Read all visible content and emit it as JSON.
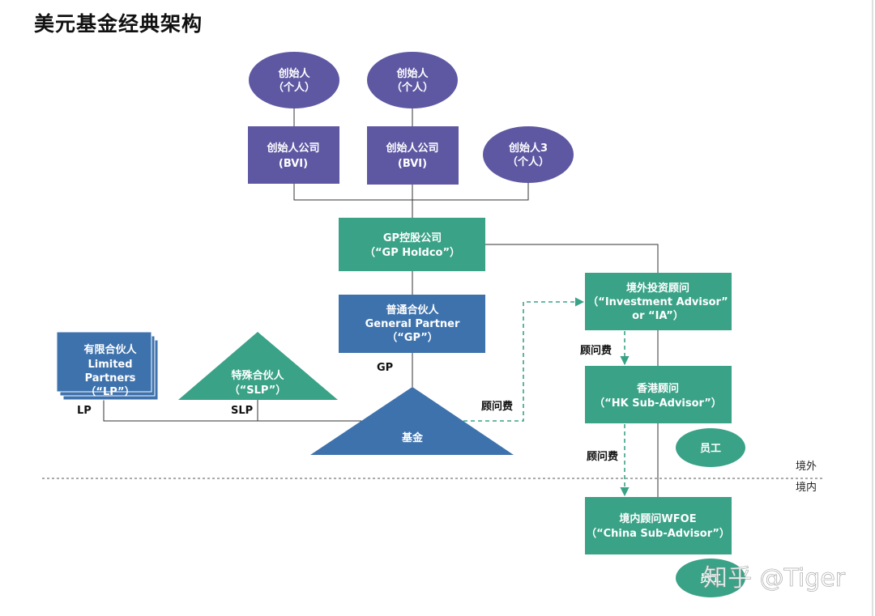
{
  "title": "美元基金经典架构",
  "colors": {
    "purple": "#5e58a3",
    "teal": "#3aa287",
    "blue": "#3e72ad",
    "dashed": "#3aa287"
  },
  "nodes": {
    "founder1": {
      "line1": "创始人",
      "line2": "（个人）"
    },
    "founder2": {
      "line1": "创始人",
      "line2": "（个人）"
    },
    "founder_co1": {
      "line1": "创始人公司",
      "line2": "(BVI)"
    },
    "founder_co2": {
      "line1": "创始人公司",
      "line2": "(BVI)"
    },
    "founder3": {
      "line1": "创始人3",
      "line2": "（个人）"
    },
    "gp_holdco": {
      "line1": "GP控股公司",
      "line2": "（“GP Holdco”）"
    },
    "gp": {
      "line1": "普通合伙人",
      "line2": "General Partner",
      "line3": "（“GP”）"
    },
    "lp": {
      "line1": "有限合伙人",
      "line2": "Limited",
      "line3": "Partners",
      "line4": "（“LP”）"
    },
    "slp": {
      "line1": "特殊合伙人",
      "line2": "（“SLP”）"
    },
    "fund": {
      "line1": "基金"
    },
    "ia": {
      "line1": "境外投资顾问",
      "line2": "（“Investment Advisor”",
      "line3": "or “IA”）"
    },
    "hk": {
      "line1": "香港顾问",
      "line2": "（“HK Sub-Advisor”）"
    },
    "staff1": {
      "line1": "员工"
    },
    "wfoe": {
      "line1": "境内顾问WFOE",
      "line2": "（“China Sub-Advisor”）"
    },
    "staff2": {
      "line1": "员工"
    }
  },
  "labels": {
    "gp": "GP",
    "lp": "LP",
    "slp": "SLP",
    "fee1": "顾问费",
    "fee2": "顾问费",
    "fee3": "顾问费",
    "offshore": "境外",
    "onshore": "境内"
  },
  "watermark": "知乎 @Tiger"
}
